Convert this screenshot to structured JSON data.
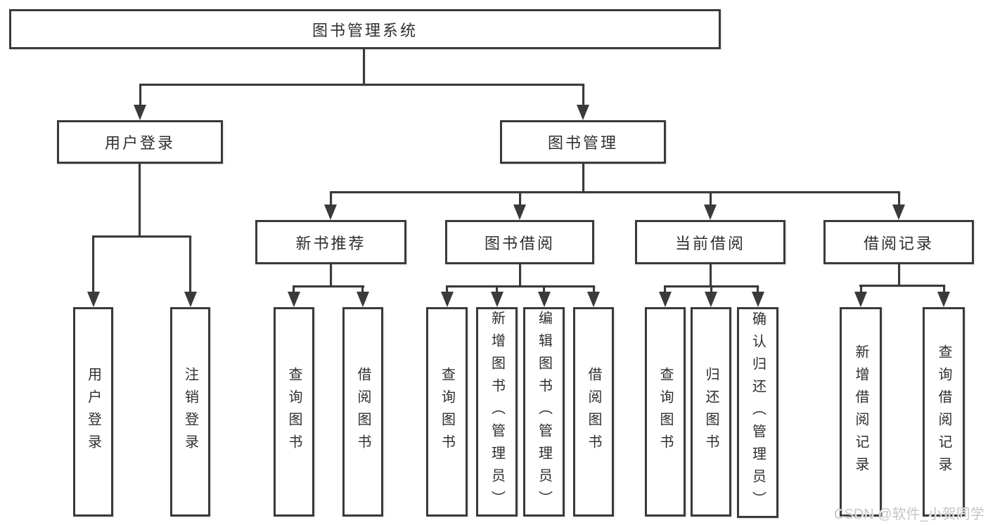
{
  "tree": {
    "root": {
      "label": "图书管理系统"
    },
    "branches": [
      {
        "label": "用户登录",
        "children": [
          {
            "label": "用户登录"
          },
          {
            "label": "注销登录"
          }
        ]
      },
      {
        "label": "图书管理",
        "children": [
          {
            "label": "新书推荐",
            "children": [
              {
                "label": "查询图书"
              },
              {
                "label": "借阅图书"
              }
            ]
          },
          {
            "label": "图书借阅",
            "children": [
              {
                "label": "查询图书"
              },
              {
                "label": "新增图书（管理员）"
              },
              {
                "label": "编辑图书（管理员）"
              },
              {
                "label": "借阅图书"
              }
            ]
          },
          {
            "label": "当前借阅",
            "children": [
              {
                "label": "查询图书"
              },
              {
                "label": "归还图书"
              },
              {
                "label": "确认归还（管理员）"
              }
            ]
          },
          {
            "label": "借阅记录",
            "children": [
              {
                "label": "新增借阅记录"
              },
              {
                "label": "查询借阅记录"
              }
            ]
          }
        ]
      }
    ]
  },
  "watermark": {
    "text": "CSDN @软件_小贺同学"
  },
  "colors": {
    "line": "#3a3a3a",
    "text": "#2f2f2f",
    "watermark_text": "#c6c6c6",
    "background": "#ffffff"
  }
}
